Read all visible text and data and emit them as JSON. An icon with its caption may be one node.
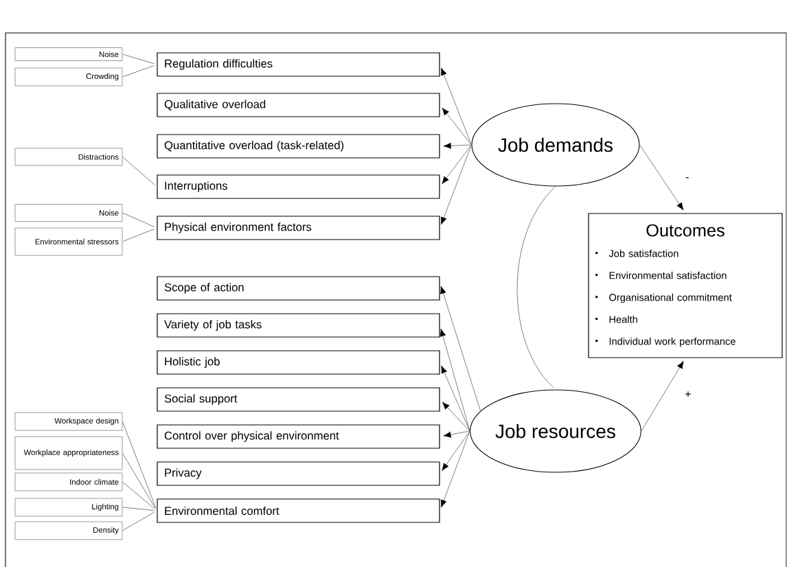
{
  "diagram": {
    "nodes": [
      {
        "text": [
          "Regulation difficulties"
        ]
      },
      {
        "text": [
          "Qualitative overload"
        ]
      },
      {
        "text": [
          "Quantitative overload (task-related)"
        ]
      },
      {
        "text": [
          "Interruptions"
        ]
      },
      {
        "text": [
          "Physical environment factors"
        ]
      },
      {
        "text": [
          "Scope of action"
        ]
      },
      {
        "text": [
          "Variety of job tasks"
        ]
      },
      {
        "text": [
          "Holistic job"
        ]
      },
      {
        "text": [
          "Social support"
        ]
      },
      {
        "text": [
          "Control over physical environment"
        ]
      },
      {
        "text": [
          "Privacy"
        ]
      },
      {
        "text": [
          "Environmental comfort"
        ]
      },
      {
        "text": [
          "Noise"
        ]
      },
      {
        "text": [
          "Crowding"
        ]
      },
      {
        "text": [
          "Distractions"
        ]
      },
      {
        "text": [
          "Noise"
        ]
      },
      {
        "text": [
          "Environmental stressors"
        ]
      },
      {
        "text": [
          "Workspace design"
        ]
      },
      {
        "text": [
          "Workplace appropriateness"
        ]
      },
      {
        "text": [
          "Indoor climate"
        ]
      },
      {
        "text": [
          "Lighting"
        ]
      },
      {
        "text": [
          "Density"
        ]
      },
      {
        "text": [
          "Job demands"
        ]
      },
      {
        "text": [
          "Job resources"
        ]
      },
      {
        "text": [
          "Outcomes",
          "Job satisfaction",
          "Environmental satisfaction",
          "Organisational commitment",
          "Health",
          "Individual work performance"
        ]
      }
    ],
    "edges": [
      {
        "from": 22,
        "to": 0,
        "arrow": "to"
      },
      {
        "from": 22,
        "to": 1,
        "arrow": "to"
      },
      {
        "from": 22,
        "to": 2,
        "arrow": "to"
      },
      {
        "from": 22,
        "to": 3,
        "arrow": "to"
      },
      {
        "from": 22,
        "to": 4,
        "arrow": "to"
      },
      {
        "from": 23,
        "to": 5,
        "arrow": "to"
      },
      {
        "from": 23,
        "to": 6,
        "arrow": "to"
      },
      {
        "from": 23,
        "to": 7,
        "arrow": "to"
      },
      {
        "from": 23,
        "to": 8,
        "arrow": "to"
      },
      {
        "from": 23,
        "to": 9,
        "arrow": "to"
      },
      {
        "from": 23,
        "to": 10,
        "arrow": "to"
      },
      {
        "from": 23,
        "to": 11,
        "arrow": "to"
      },
      {
        "from": 12,
        "to": 0,
        "arrow": "none"
      },
      {
        "from": 13,
        "to": 0,
        "arrow": "none"
      },
      {
        "from": 14,
        "to": 3,
        "arrow": "none"
      },
      {
        "from": 15,
        "to": 4,
        "arrow": "none"
      },
      {
        "from": 16,
        "to": 4,
        "arrow": "none"
      },
      {
        "from": 17,
        "to": 11,
        "arrow": "none"
      },
      {
        "from": 18,
        "to": 11,
        "arrow": "none"
      },
      {
        "from": 19,
        "to": 11,
        "arrow": "none"
      },
      {
        "from": 20,
        "to": 11,
        "arrow": "none"
      },
      {
        "from": 21,
        "to": 11,
        "arrow": "none"
      },
      {
        "from": 22,
        "to": 24,
        "arrow": "to",
        "label": "-"
      },
      {
        "from": 23,
        "to": 24,
        "arrow": "to",
        "label": "+"
      },
      {
        "from": 22,
        "to": 23,
        "arrow": "none"
      }
    ]
  }
}
